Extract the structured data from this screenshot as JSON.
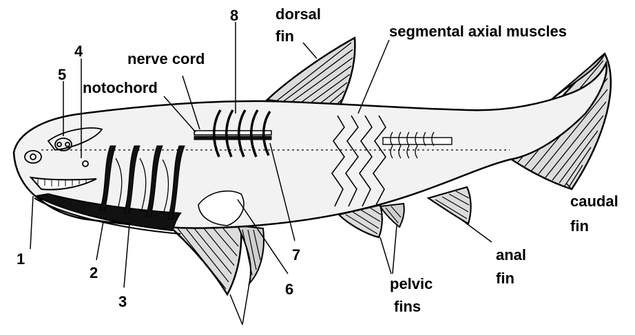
{
  "labels": {
    "dorsal_fin": [
      "dorsal",
      "fin"
    ],
    "segmental_axial_muscles": "segmental axial muscles",
    "nerve_cord": "nerve cord",
    "notochord": "notochord",
    "caudal_fin": [
      "caudal",
      "fin"
    ],
    "anal_fin": [
      "anal",
      "fin"
    ],
    "pelvic_fins": [
      "pelvic",
      "fins"
    ],
    "numbers": {
      "n1": "1",
      "n2": "2",
      "n3": "3",
      "n4": "4",
      "n5": "5",
      "n6": "6",
      "n7": "7",
      "n8": "8"
    }
  },
  "colors": {
    "ink": "#000000",
    "body_fill": "#f2f2f2",
    "fin_fill": "#dcdcdc",
    "jaw_fill": "#111111"
  }
}
